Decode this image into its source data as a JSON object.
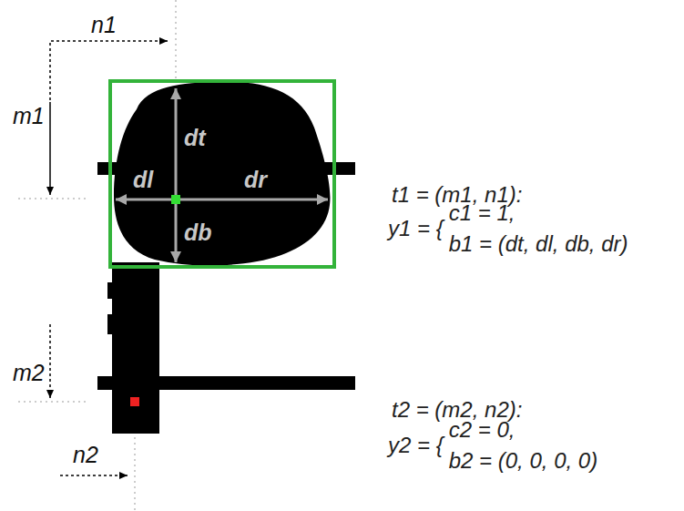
{
  "diagram": {
    "labels": [
      "n1",
      "m1",
      "dt",
      "dl",
      "dr",
      "db",
      "t1 = (m1, n1):",
      "y1 = {",
      "c1 = 1,",
      "b1 = (dt, dl, db, dr)",
      "m2",
      "n2",
      "t2 = (m2, n2):",
      "y2 = {",
      "c2 = 0,",
      "b2 = (0, 0, 0, 0)"
    ]
  }
}
